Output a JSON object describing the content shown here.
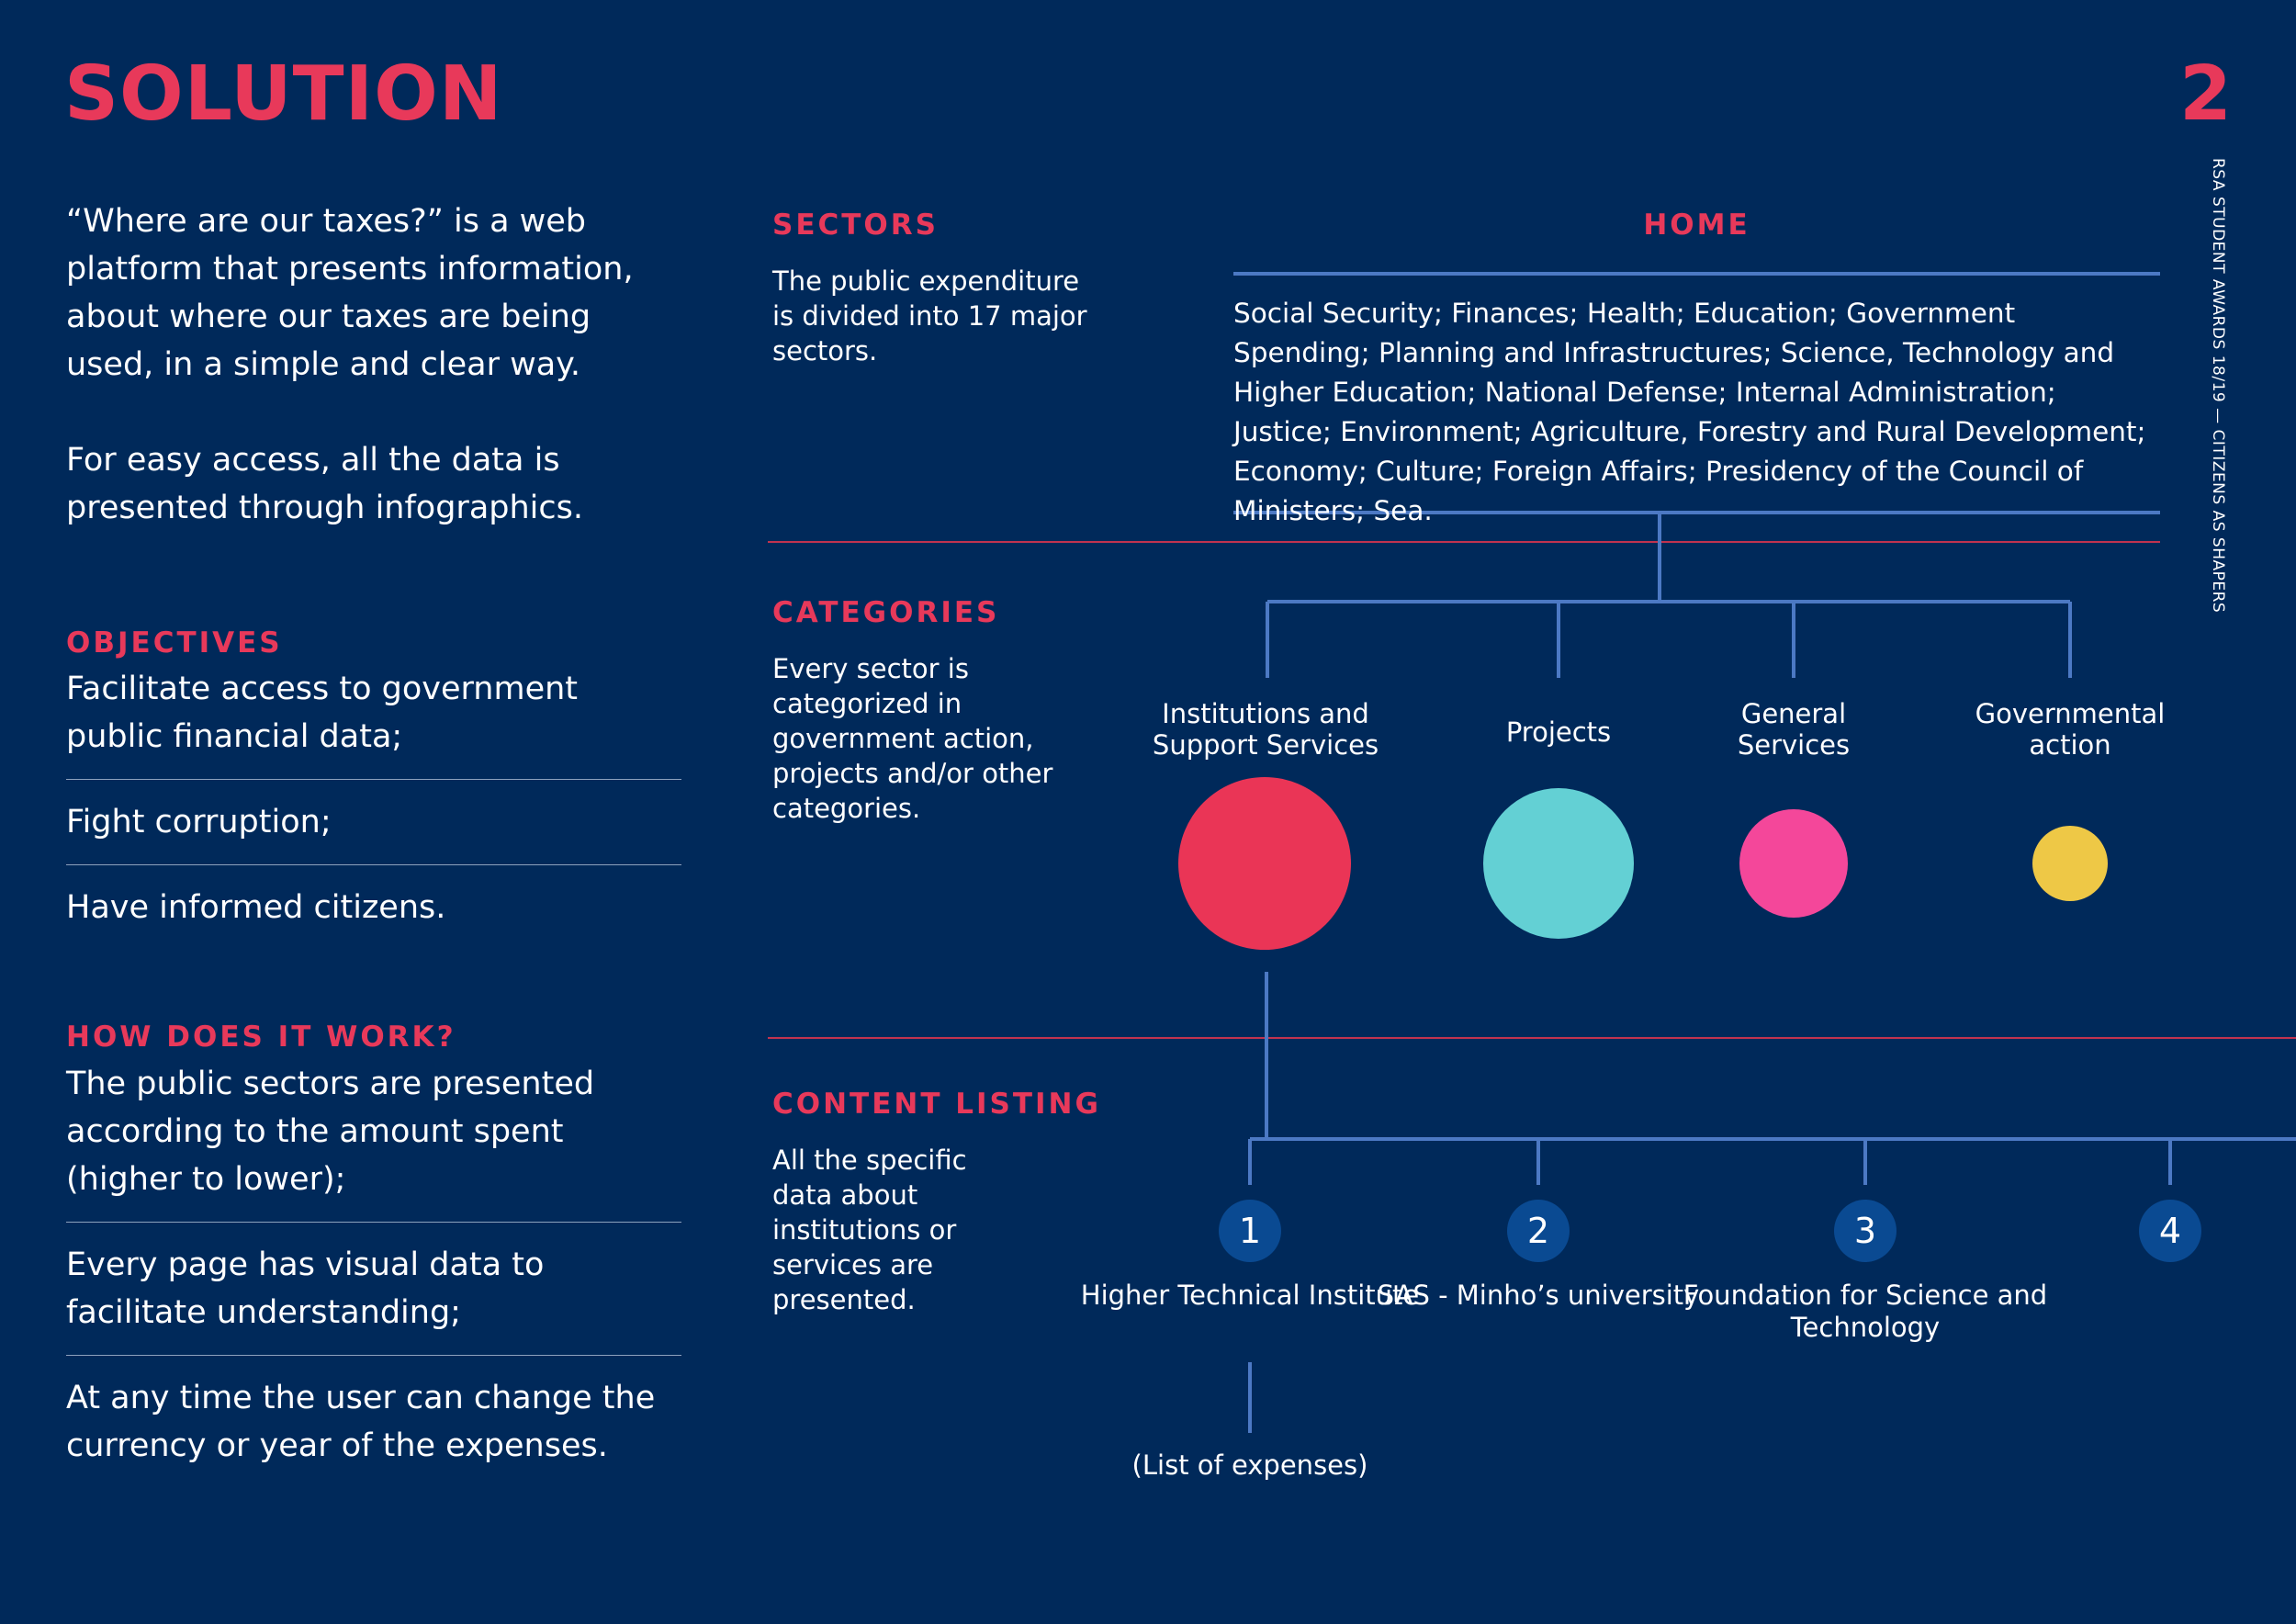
{
  "header": {
    "title": "SOLUTION",
    "page_number": "2"
  },
  "side_caption": "RSA STUDENT AWARDS 18/19 — CITIZENS AS SHAPERS",
  "intro": [
    "“Where are our taxes?” is a web platform that presents information, about where our taxes are being used, in a simple and clear way.",
    "For easy access, all the data is presented through infographics."
  ],
  "objectives": {
    "heading": "OBJECTIVES",
    "items": [
      "Facilitate access to government public financial data;",
      "Fight corruption;",
      "Have informed citizens."
    ]
  },
  "how": {
    "heading": "HOW DOES IT WORK?",
    "items": [
      "The public sectors are presented according to the amount spent (higher to lower);",
      "Every page has visual data to facilitate understanding;",
      "At any time the user can change the currency or year of the expenses."
    ]
  },
  "sectors": {
    "heading": "SECTORS",
    "desc": "The public expenditure is divided into 17 major sectors."
  },
  "home": {
    "heading": "HOME",
    "text": "Social Security; Finances; Health; Education; Government Spending; Planning and Infrastructures; Science, Technology and Higher Education; National Defense; Internal Administration; Justice; Environment; Agriculture, Forestry and Rural Development; Economy; Culture; Foreign Affairs; Presidency of the Council of Ministers; Sea."
  },
  "categories": {
    "heading": "CATEGORIES",
    "desc": "Every sector is categorized in government action, projects and/or other categories.",
    "items": [
      {
        "label": "Institutions and Support Services",
        "color": "#ea3556",
        "relative_size": 1.0
      },
      {
        "label": "Projects",
        "color": "#63d0d4",
        "relative_size": 0.87
      },
      {
        "label": "General Services",
        "color": "#f4479a",
        "relative_size": 0.63
      },
      {
        "label": "Governmental action",
        "color": "#eec846",
        "relative_size": 0.44
      }
    ]
  },
  "content_listing": {
    "heading": "CONTENT LISTING",
    "desc": "All the specific data about institutions or services are presented.",
    "items": [
      {
        "number": "1",
        "label": "Higher Technical Institute"
      },
      {
        "number": "2",
        "label": "SAS - Minho’s university"
      },
      {
        "number": "3",
        "label": "Foundation for Science and Technology"
      },
      {
        "number": "4",
        "label": ""
      }
    ],
    "sub_item": "(List of expenses)"
  },
  "colors": {
    "background": "#00295a",
    "accent": "#e8395a",
    "connector": "#4c79c4",
    "divider": "#c0334f"
  }
}
